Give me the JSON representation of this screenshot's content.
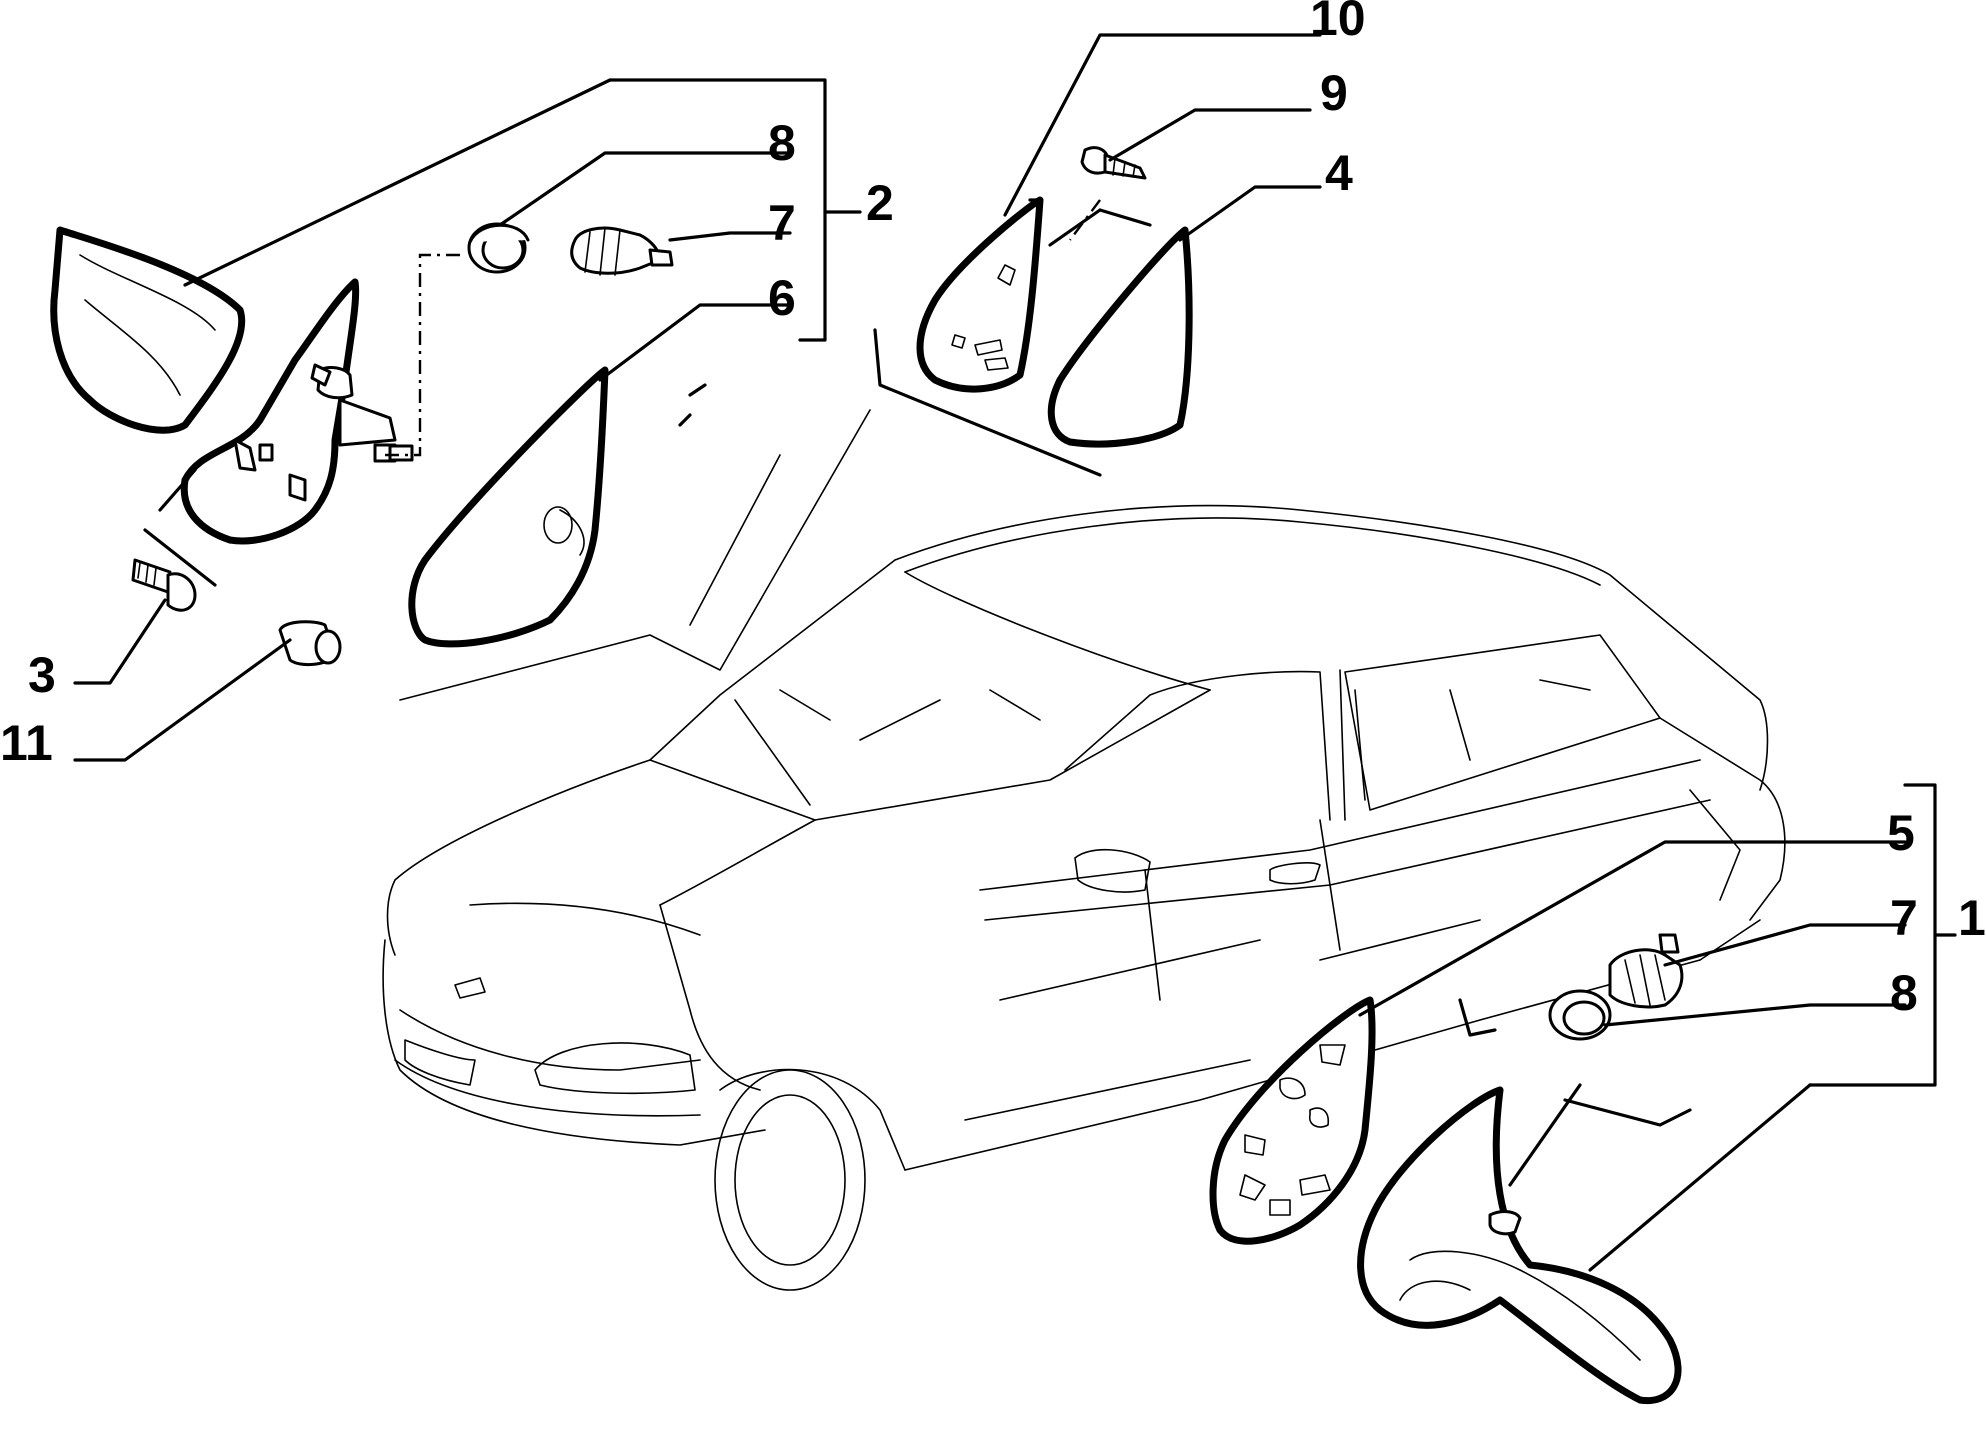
{
  "callouts": {
    "c1": "1",
    "c2": "2",
    "c3": "3",
    "c4": "4",
    "c5": "5",
    "c6": "6",
    "c7a": "7",
    "c7b": "7",
    "c8a": "8",
    "c8b": "8",
    "c9": "9",
    "c10": "10",
    "c11": "11"
  },
  "parts": {
    "mirror_left_assembly": "2",
    "mirror_right_assembly": "1",
    "screw_mount": "3",
    "mirror_glass_small": "4",
    "mirror_base_right": "5",
    "mirror_glass_large": "6",
    "bellows_grommet": "7",
    "sealing_ring": "8",
    "screw_small": "9",
    "inner_cover_plate": "10",
    "nut_insert": "11"
  }
}
